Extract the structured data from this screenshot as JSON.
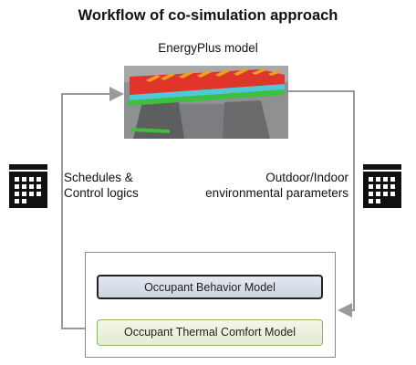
{
  "diagram": {
    "title": "Workflow of co-simulation approach",
    "model_label": "EnergyPlus model",
    "left_label_line1": "Schedules &",
    "left_label_line2": "Control logics",
    "right_label_line1": "Outdoor/Indoor",
    "right_label_line2": "environmental parameters",
    "behavior_model": "Occupant Behavior Model",
    "comfort_model": "Occupant Thermal Comfort Model"
  },
  "colors": {
    "arrow": "#9a9a9a",
    "behavior_border": "#222222",
    "comfort_border": "#8db36a",
    "roof_red": "#e0352b",
    "glass_cyan": "#4fc8d8",
    "floor_green": "#3fbf3f"
  },
  "icons": {
    "left": "calendar-icon",
    "right": "calendar-icon",
    "model": "building-model-image"
  }
}
